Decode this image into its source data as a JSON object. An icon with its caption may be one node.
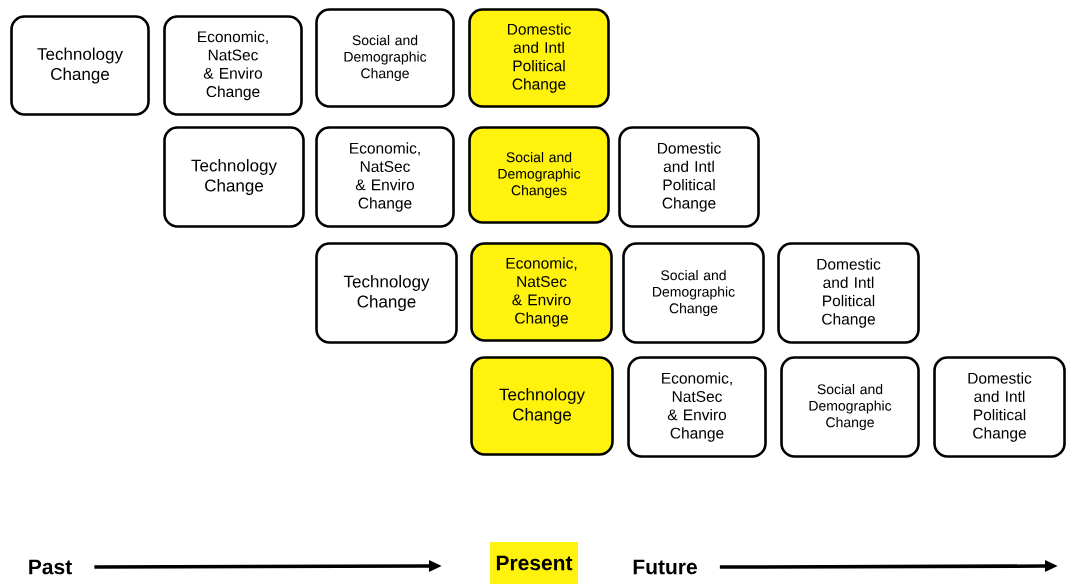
{
  "diagram": {
    "nodes": [
      {
        "text": [
          "Technology Change"
        ]
      },
      {
        "text": [
          "Economic, NatSec & Enviro Change"
        ]
      },
      {
        "text": [
          "Social and Demographic Change"
        ]
      },
      {
        "text": [
          "Domestic and Intl Political Change"
        ]
      },
      {
        "text": [
          "Technology Change"
        ]
      },
      {
        "text": [
          "Economic, NatSec & Enviro Change"
        ]
      },
      {
        "text": [
          "Social and Demographic Changes"
        ]
      },
      {
        "text": [
          "Domestic and Intl Political Change"
        ]
      },
      {
        "text": [
          "Technology Change"
        ]
      },
      {
        "text": [
          "Economic, NatSec & Enviro Change"
        ]
      },
      {
        "text": [
          "Social and Demographic Change"
        ]
      },
      {
        "text": [
          "Domestic and Intl Political Change"
        ]
      },
      {
        "text": [
          "Technology Change"
        ]
      },
      {
        "text": [
          "Economic, NatSec & Enviro Change"
        ]
      },
      {
        "text": [
          "Social and Demographic Change"
        ]
      },
      {
        "text": [
          "Domestic and Intl Political Change"
        ]
      },
      {
        "text": [
          "Past"
        ]
      },
      {
        "text": [
          "Present"
        ]
      },
      {
        "text": [
          "Future"
        ]
      }
    ],
    "edges": [
      {
        "from": 16,
        "to": null,
        "arrow": "to"
      },
      {
        "from": 18,
        "to": null,
        "arrow": "to"
      }
    ]
  }
}
